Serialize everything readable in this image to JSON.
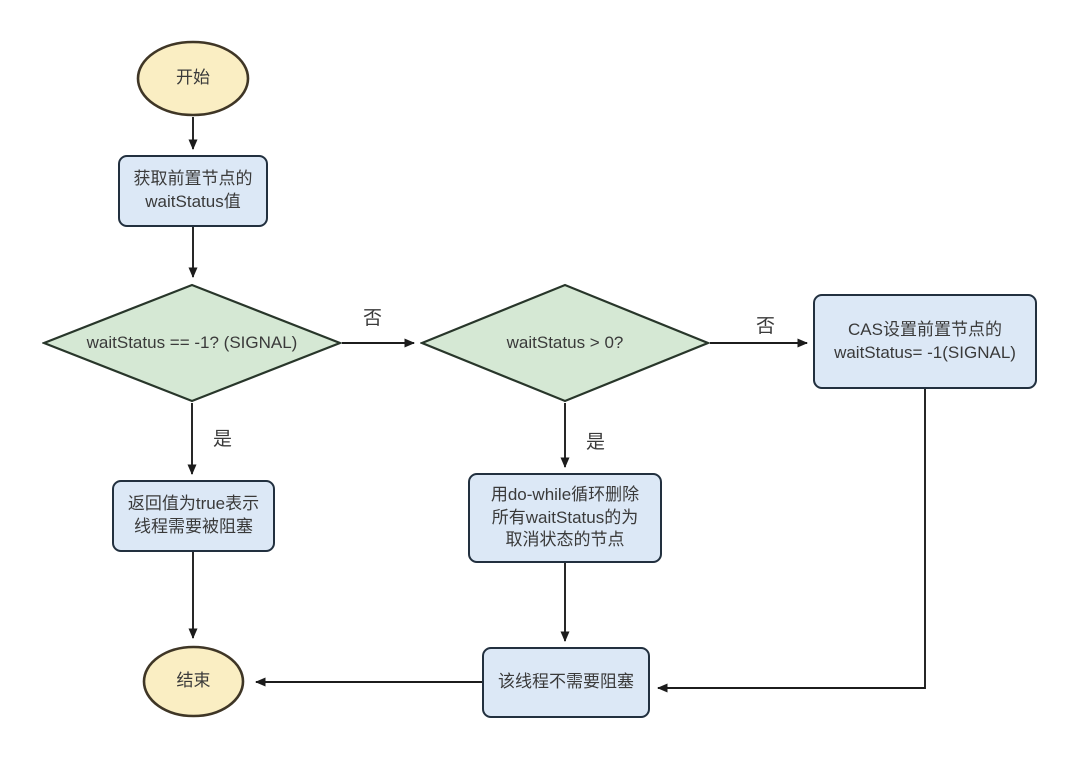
{
  "diagram": {
    "title_hint": "shouldParkAfterFailedAcquire flowchart",
    "colors": {
      "terminal-fill": "#faeec3",
      "terminal-stroke": "#3f3626",
      "process-fill": "#dce8f6",
      "process-stroke": "#22303f",
      "decision-fill": "#d5e8d4",
      "decision-stroke": "#28362a",
      "edge-stroke": "#1c1c1c"
    },
    "nodes": {
      "start": {
        "label": "开始"
      },
      "get_wait_status": {
        "label": "获取前置节点的\nwaitStatus值"
      },
      "check_signal": {
        "label": "waitStatus == -1?  (SIGNAL)"
      },
      "check_gt_zero": {
        "label": "waitStatus > 0?"
      },
      "cas_set": {
        "label": "CAS设置前置节点的\nwaitStatus= -1(SIGNAL)"
      },
      "return_true": {
        "label": "返回值为true表示\n线程需要被阻塞"
      },
      "do_while_remove": {
        "label": "用do-while循环删除\n所有waitStatus的为\n取消状态的节点"
      },
      "no_block": {
        "label": "该线程不需要阻塞"
      },
      "end": {
        "label": "结束"
      }
    },
    "edge_labels": {
      "signal_no": "否",
      "signal_yes": "是",
      "gt_zero_no": "否",
      "gt_zero_yes": "是"
    }
  }
}
